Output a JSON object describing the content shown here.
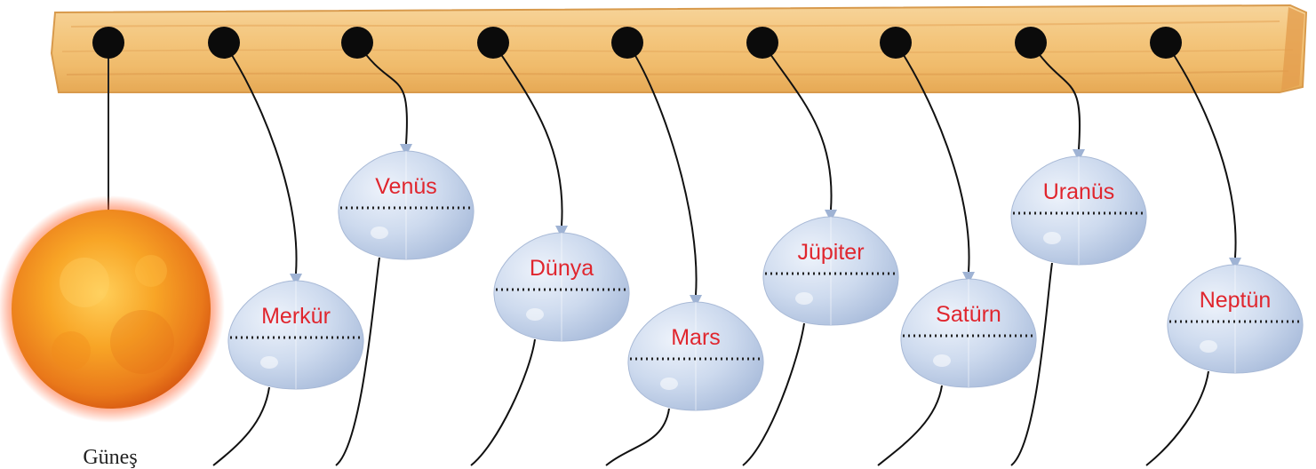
{
  "sun": {
    "label": "Güneş"
  },
  "planets": [
    {
      "name": "Merkür"
    },
    {
      "name": "Venüs"
    },
    {
      "name": "Dünya"
    },
    {
      "name": "Mars"
    },
    {
      "name": "Jüpiter"
    },
    {
      "name": "Satürn"
    },
    {
      "name": "Uranüs"
    },
    {
      "name": "Neptün"
    }
  ],
  "colors": {
    "label": "#e0262e",
    "balloon": "#c9d8ee",
    "wood": "#f2c47c",
    "sun": "#f59a1e"
  }
}
